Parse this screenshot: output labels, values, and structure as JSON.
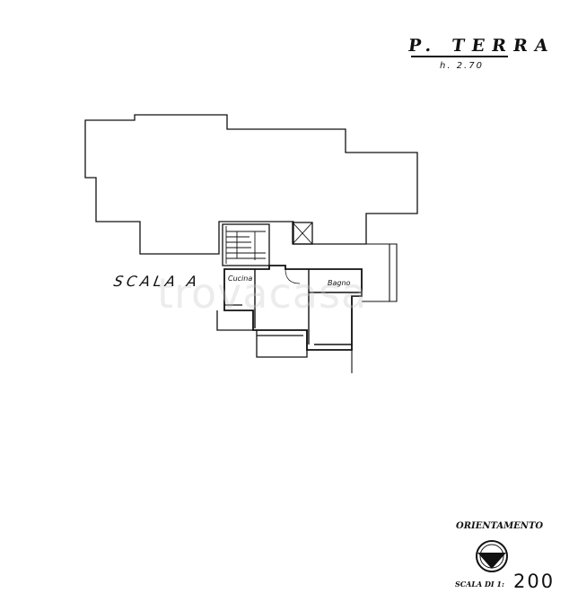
{
  "header": {
    "title": "P. TERRA",
    "subtitle": "h. 2.70"
  },
  "plan": {
    "stair_label": "SCALA A",
    "rooms": [
      "Cucina",
      "Bagno"
    ]
  },
  "watermark": "trovacasa",
  "legend": {
    "orientation_label": "ORIENTAMENTO",
    "scale_label": "SCALA DI 1:",
    "scale_value": "200"
  }
}
